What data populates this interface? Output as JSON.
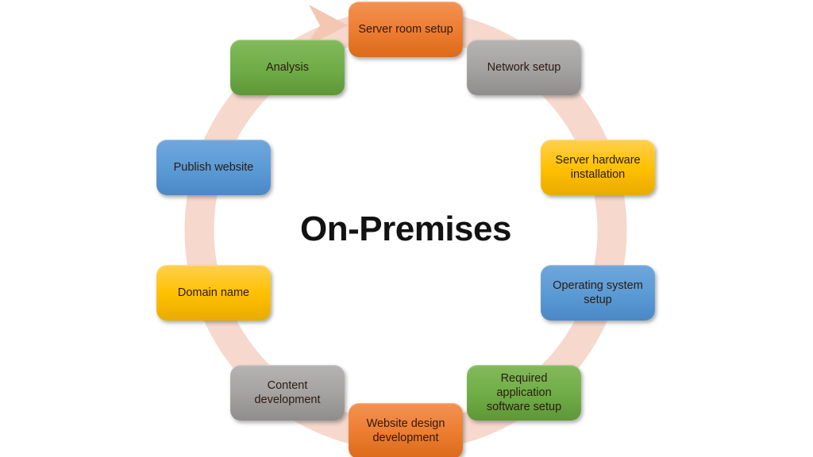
{
  "title": "On-Premises",
  "colors": {
    "orange": [
      "#F39253",
      "#ED7D31",
      "#DB6A1A"
    ],
    "gray": [
      "#B6B3B3",
      "#A5A2A2",
      "#8F8C8C"
    ],
    "yellow": [
      "#FFD04E",
      "#FFC000",
      "#E9AB00"
    ],
    "blue": [
      "#6FA6DC",
      "#5B9BD5",
      "#4A88C6"
    ],
    "green": [
      "#83BA5C",
      "#70AD47",
      "#5E9737"
    ],
    "ring": "#F6D8CC",
    "arrowhead": "#F3C7B2",
    "step_text": "#2B1B10",
    "title_text": "#121212"
  },
  "steps": [
    {
      "label": "Server room setup",
      "color": "orange"
    },
    {
      "label": "Network setup",
      "color": "gray"
    },
    {
      "label": "Server hardware installation",
      "color": "yellow"
    },
    {
      "label": "Operating system setup",
      "color": "blue"
    },
    {
      "label": "Required application software setup",
      "color": "green"
    },
    {
      "label": "Website design development",
      "color": "orange"
    },
    {
      "label": "Content development",
      "color": "gray"
    },
    {
      "label": "Domain name",
      "color": "yellow"
    },
    {
      "label": "Publish website",
      "color": "blue"
    },
    {
      "label": "Analysis",
      "color": "green"
    }
  ]
}
